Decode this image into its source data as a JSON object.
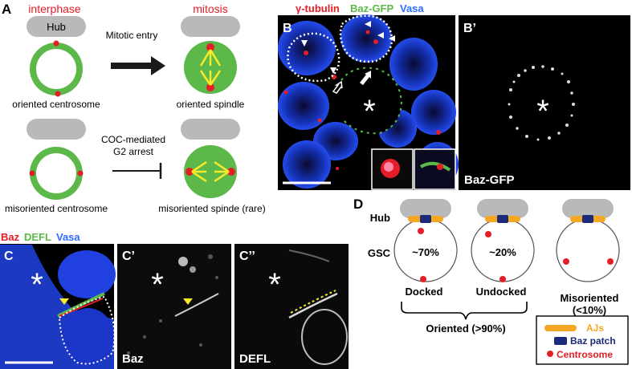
{
  "panel_a": {
    "letter": "A",
    "interphase_label": "interphase",
    "mitosis_label": "mitosis",
    "hub_label": "Hub",
    "mitotic_entry_label": "Mitotic entry",
    "oriented_centrosome_label": "oriented centrosome",
    "oriented_spindle_label": "oriented spindle",
    "coc_line1": "COC-mediated",
    "coc_line2": "G2 arrest",
    "misoriented_centrosome_label": "misoriented centrosome",
    "misoriented_spindle_label": "misoriented spinde (rare)"
  },
  "panel_b": {
    "letter": "B",
    "legend_gamma": "γ-tubulin",
    "legend_baz": "Baz-GFP",
    "legend_vasa": "Vasa",
    "asterisk": "*"
  },
  "panel_b_prime": {
    "letter": "B’",
    "channel_label": "Baz-GFP",
    "asterisk": "*"
  },
  "panel_c": {
    "letter": "C",
    "legend_baz": "Baz",
    "legend_defl": "DEFL",
    "legend_vasa": "Vasa",
    "asterisk": "*"
  },
  "panel_c_prime": {
    "letter": "C’",
    "channel_label": "Baz",
    "asterisk": "*"
  },
  "panel_c_dprime": {
    "letter": "C’’",
    "channel_label": "DEFL",
    "asterisk": "*"
  },
  "panel_d": {
    "letter": "D",
    "hub_label": "Hub",
    "gsc_label": "GSC",
    "docked_pct": "~70%",
    "undocked_pct": "~20%",
    "docked_label": "Docked",
    "undocked_label": "Undocked",
    "misoriented_label": "Misoriented",
    "misoriented_pct": "(<10%)",
    "oriented_label": "Oriented (>90%)",
    "legend": {
      "ajs": "AJs",
      "baz_patch": "Baz patch",
      "centrosome": "Centrosome"
    }
  },
  "colors": {
    "red": "#e41e26",
    "green": "#5cb848",
    "blue": "#2f4fe0",
    "hub_gray": "#b9b9b9",
    "yellow": "#f7ea2a",
    "orange": "#f5a623",
    "navy": "#1c2a7a"
  }
}
